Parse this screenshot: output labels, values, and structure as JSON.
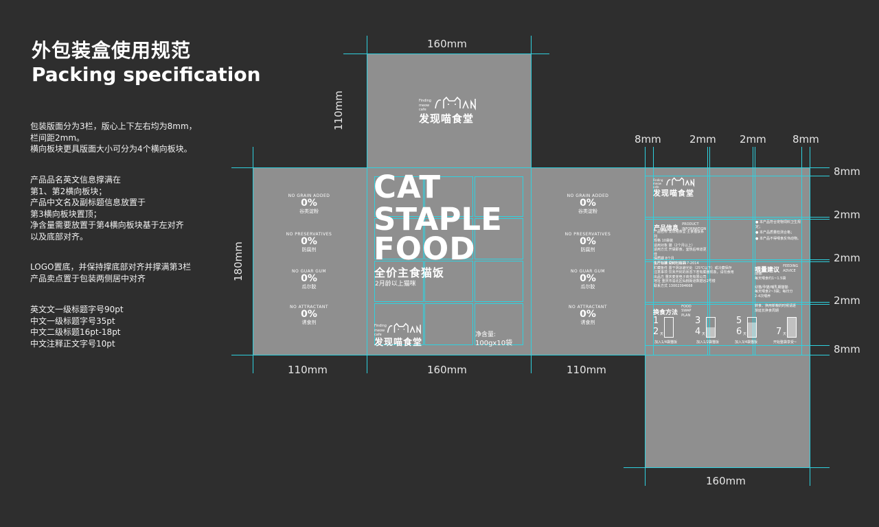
{
  "header": {
    "title_cn": "外包装盒使用规范",
    "title_en": "Packing specification"
  },
  "notes": {
    "block1": [
      "包装版面分为3栏，版心上下左右均为8mm，",
      "栏间距2mm。",
      "横向板块更具版面大小可分为4个横向板块。"
    ],
    "block2": [
      "产品品名英文信息撑满在",
      "第1、第2横向板块；",
      "产品中文名及副标题信息放置于",
      "第3横向板块置顶；",
      "净含量需要放置于第4横向板块基于左对齐",
      "以及底部对齐。"
    ],
    "block3": [
      "LOGO置底，并保持撑底部对齐并撑满第3栏",
      "产品卖点置于包装两侧居中对齐"
    ],
    "block4": [
      "英文文一级标题字号90pt",
      "中文一级标题字号35pt",
      "中文二级标题16pt-18pt",
      "中文注释正文字号10pt"
    ]
  },
  "dimensions": {
    "top_width": "160mm",
    "top_height": "110mm",
    "front_height": "180mm",
    "left_width": "110mm",
    "front_width": "160mm",
    "right_width": "110mm",
    "bottom_width": "160mm",
    "margin_left": "8mm",
    "gutter_1": "2mm",
    "gutter_2": "2mm",
    "margin_right": "8mm",
    "margin_top": "8mm",
    "gutter_v1": "2mm",
    "gutter_v2": "2mm",
    "gutter_v3": "2mm",
    "margin_bottom": "8mm"
  },
  "logo": {
    "tagline": "Finding meow cafe",
    "brand": "发现喵食堂"
  },
  "front": {
    "line1": "CAT",
    "line2": "STAPLE",
    "line3": "FOOD",
    "cn_title": "全价主食猫饭",
    "subtitle": "2月龄以上猫咪",
    "net_label": "净含量:",
    "net_value": "100gx10袋"
  },
  "side_claims": [
    {
      "arc": "NO GRAIN ADDED",
      "pct": "0%",
      "cn": "谷类淀粉"
    },
    {
      "arc": "NO PRESERVATIVES",
      "pct": "0%",
      "cn": "防腐剂"
    },
    {
      "arc": "NO GUAR GUM",
      "pct": "0%",
      "cn": "瓜尔胶"
    },
    {
      "arc": "NO ATTRACTANT",
      "pct": "0%",
      "cn": "诱食剂"
    }
  ],
  "back": {
    "info_title": "产品信息",
    "info_title_en": "PRODUCT INFORMATION",
    "info_rows": [
      "产品名称  发现喵食堂·主食猫饭系列",
      "规格  10袋装",
      "适用对象  猫（2个月以上）",
      "适用方式  开袋即食，室热后味道更佳",
      "保质期  8个月",
      "生产日期  见内包装袋"
    ],
    "bullets": [
      "本产品符合宠物饲料卫生规定；",
      "本产品质量检测合格；",
      "本产品不得喂食反刍动物。"
    ],
    "std_rows": [
      "执行标准  GB/T 31217-2014",
      "贮藏条件  置于阴凉避光处（25℃以下）或冷藏保存",
      "注意事项  饮未开封的状态下若有膨胀现象，请勿食用",
      "出品方  重庆麦芜电子商务有限公司",
      "地址  重庆市渝北区仙桃街道数据谷2号楼",
      "联系方式  13002394668"
    ],
    "feed_title": "喂量建议",
    "feed_title_en": "FEEDING ADVICE",
    "feed_rows": [
      "成猫:",
      "每天喂食约1~1.5袋",
      "",
      "幼猫/孕猫/哺乳期猫猫:",
      "每天喂食2~3袋；每日分",
      "2-4次喂养"
    ],
    "switch_title": "换食方法",
    "switch_title_en": "FOOD SWAP PLAN",
    "switch_note": [
      "转食、换用新粮的时候请逐",
      "渐延长换食周期"
    ],
    "steps": [
      {
        "num": "1",
        "num2": "2",
        "day": "天",
        "caption": "加入1/4袋猫饭"
      },
      {
        "num": "3",
        "num2": "4",
        "day": "天",
        "caption": "加入1/2袋猫饭"
      },
      {
        "num": "5",
        "num2": "6",
        "day": "天",
        "caption": "加入3/4袋猫饭"
      },
      {
        "num": "7",
        "num2": "",
        "day": "天",
        "caption": "开始整袋享受~"
      }
    ]
  }
}
